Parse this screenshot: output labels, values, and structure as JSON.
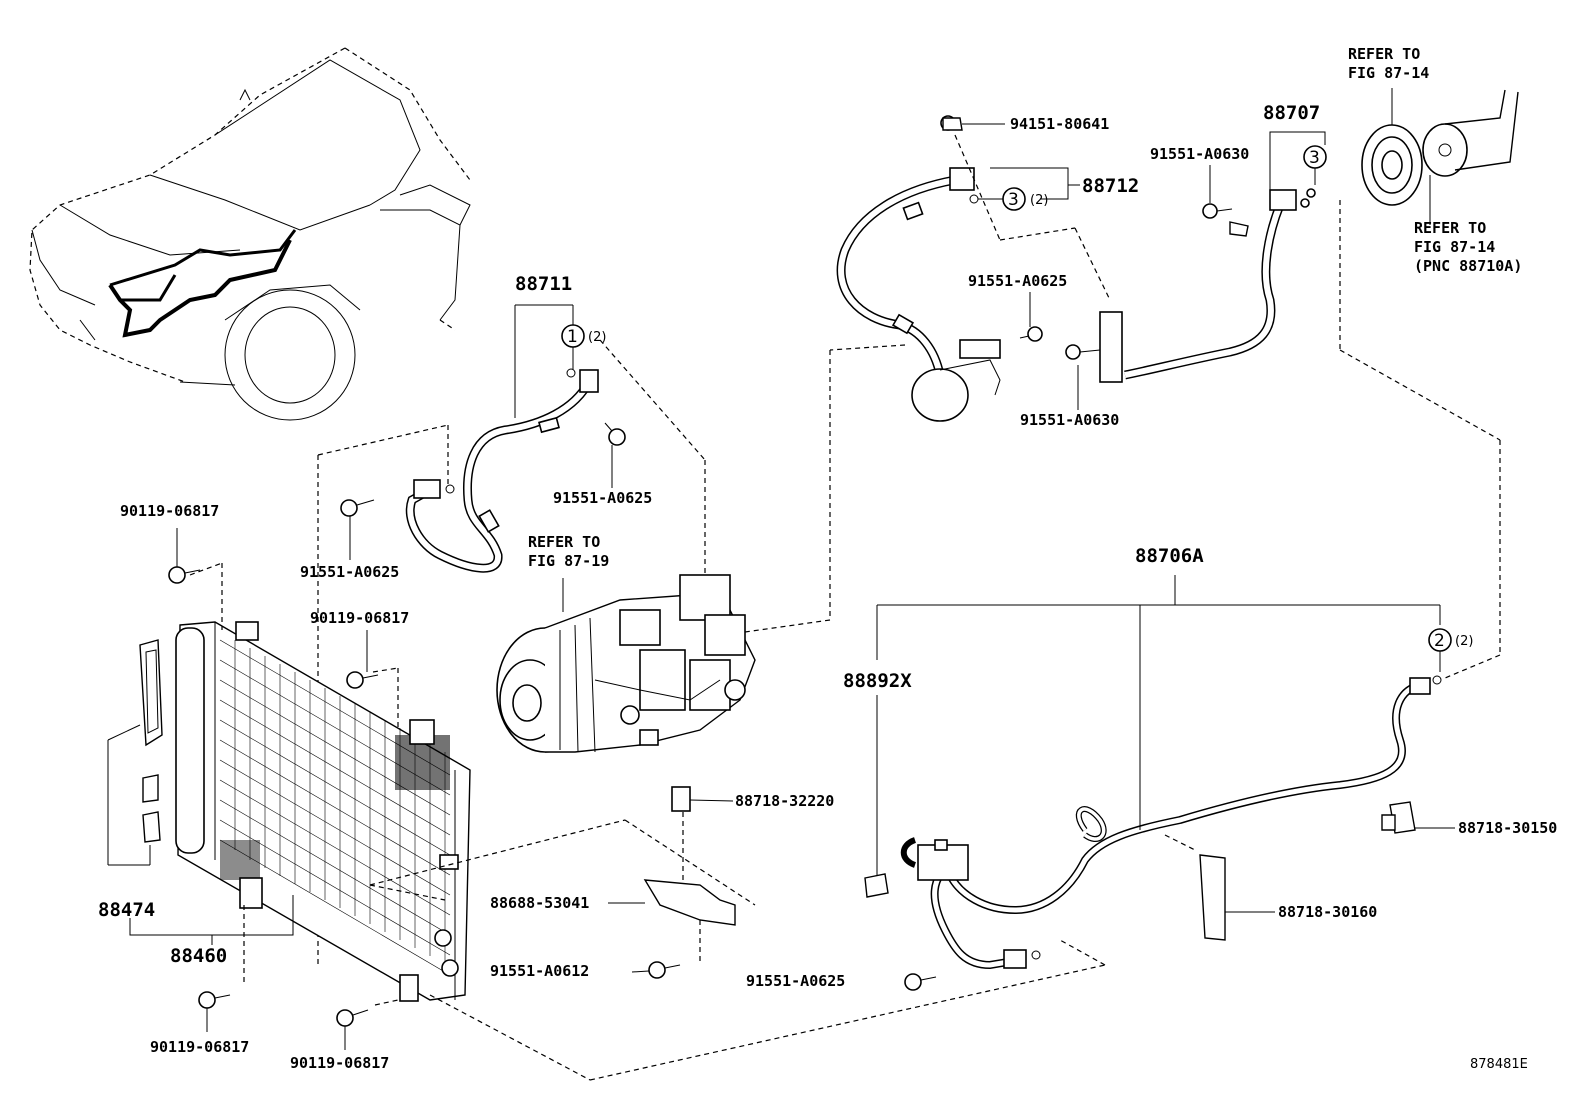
{
  "diagram": {
    "id_code": "878481E",
    "labels": {
      "p94151_80641": "94151-80641",
      "p88712": "88712",
      "p88707": "88707",
      "p91551_a0630_top": "91551-A0630",
      "p91551_a0625_mid": "91551-A0625",
      "p91551_a0630_mid": "91551-A0630",
      "p88711": "88711",
      "p91551_a0625_hose": "91551-A0625",
      "p91551_a0625_left": "91551-A0625",
      "p90119_06817_a": "90119-06817",
      "p90119_06817_b": "90119-06817",
      "p90119_06817_c": "90119-06817",
      "p90119_06817_d": "90119-06817",
      "p88706a": "88706A",
      "p88892x": "88892X",
      "p88718_32220": "88718-32220",
      "p88718_30150": "88718-30150",
      "p88718_30160": "88718-30160",
      "p88688_53041": "88688-53041",
      "p91551_a0612": "91551-A0612",
      "p91551_a0625_bot": "91551-A0625",
      "p88474": "88474",
      "p88460": "88460"
    },
    "refs": {
      "refer_to_1": "REFER TO",
      "fig_87_14_a": "FIG 87-14",
      "refer_to_2": "REFER TO",
      "fig_87_14_b": "FIG 87-14",
      "pnc_88710a": "(PNC 88710A)",
      "refer_to_3": "REFER TO",
      "fig_87_19": "FIG 87-19"
    },
    "callouts": {
      "c1_num": "1",
      "c2_num": "2",
      "c3a_num": "3",
      "c3b_num": "3",
      "qty_2": "(2)"
    }
  }
}
